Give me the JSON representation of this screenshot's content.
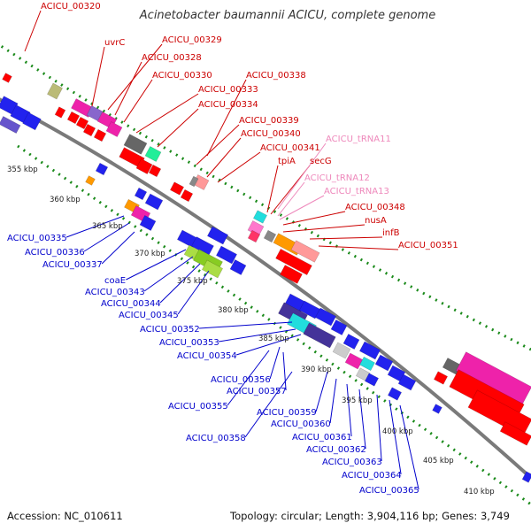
{
  "title": "Acinetobacter baumannii ACICU, complete genome",
  "footer": {
    "accession": "Accession: NC_010611",
    "topology": "Topology: circular; Length: 3,904,116 bp; Genes: 3,749"
  },
  "colors": {
    "forward_label": "#cc0000",
    "reverse_label": "#0000cc",
    "rna_label": "#ee88bb",
    "backbone": "#7a7a7a",
    "tick_dots": "#1a8a1a"
  },
  "scale": [
    "355 kbp",
    "360 kbp",
    "365 kbp",
    "370 kbp",
    "375 kbp",
    "380 kbp",
    "385 kbp",
    "390 kbp",
    "395 kbp",
    "400 kbp",
    "405 kbp",
    "410 kbp"
  ],
  "forward_labels": [
    "ACICU_00320",
    "uvrC",
    "ACICU_00329",
    "ACICU_00328",
    "ACICU_00330",
    "ACICU_00338",
    "ACICU_00333",
    "ACICU_00334",
    "ACICU_00339",
    "ACICU_00340",
    "ACICU_00341",
    "tpiA",
    "secG",
    "ACICU_00348",
    "nusA",
    "infB",
    "ACICU_00351"
  ],
  "rna_labels": [
    "ACICU_tRNA11",
    "ACICU_tRNA12",
    "ACICU_tRNA13"
  ],
  "reverse_labels": [
    "ACICU_00335",
    "ACICU_00336",
    "ACICU_00337",
    "coaE",
    "ACICU_00343",
    "ACICU_00344",
    "ACICU_00345",
    "ACICU_00352",
    "ACICU_00353",
    "ACICU_00354",
    "ACICU_00356",
    "ACICU_00357",
    "ACICU_00355",
    "ACICU_00359",
    "ACICU_00360",
    "ACICU_00358",
    "ACICU_00361",
    "ACICU_00362",
    "ACICU_00363",
    "ACICU_00364",
    "ACICU_00365"
  ]
}
